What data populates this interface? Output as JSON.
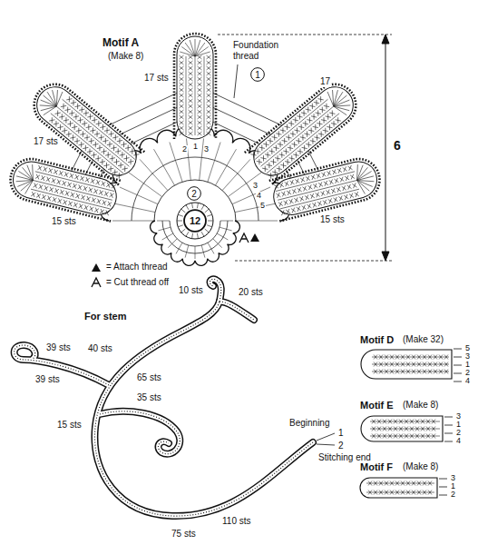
{
  "diagram": {
    "nodes": [
      {
        "text": [
          "1"
        ]
      },
      {
        "text": [
          "2"
        ]
      },
      {
        "text": [
          "12"
        ]
      }
    ],
    "labels": [
      "Motif A",
      "(Make 8)",
      "17 sts",
      "Foundation thread",
      "17 sts",
      "17",
      "6",
      "15 sts",
      "15 sts",
      "2",
      "1",
      "3",
      "3",
      "4",
      "5",
      "For stem",
      "10 sts",
      "20 sts",
      "40 sts",
      "65 sts",
      "39 sts",
      "39 sts",
      "15 sts",
      "35 sts",
      "Beginning",
      "1",
      "2",
      "Stitching end",
      "110 sts",
      "75 sts",
      "Motif D",
      "(Make 32)",
      "5",
      "3",
      "1",
      "2",
      "4",
      "Motif E",
      "(Make 8)",
      "3",
      "1",
      "2",
      "4",
      "Motif F",
      "(Make 8)",
      "3",
      "1",
      "2"
    ],
    "legend": [
      {
        "text": "= Attach thread"
      },
      {
        "text": "= Cut thread off"
      }
    ]
  }
}
